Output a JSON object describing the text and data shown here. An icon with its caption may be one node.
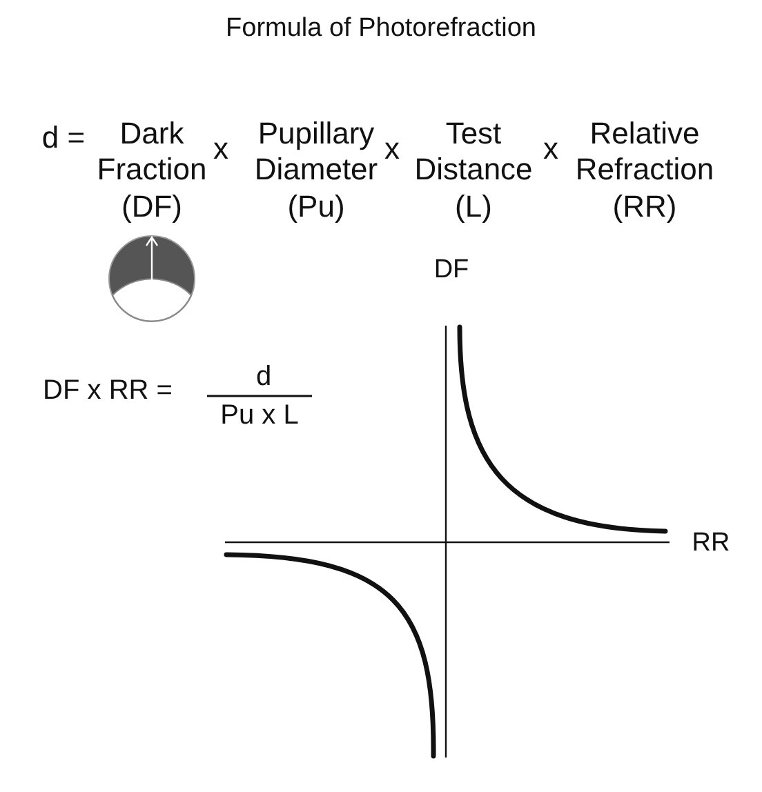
{
  "diagram": {
    "title": "Formula of Photorefraction",
    "labels": [
      "d =",
      "Dark Fraction",
      "x",
      "Pupillary Diameter",
      "x",
      "Test Distance",
      "x",
      "Relative Refraction",
      "(DF)",
      "(Pu)",
      "(L)",
      "(RR)",
      "DF x RR =",
      "d",
      "Pu x L",
      "DF",
      "RR"
    ]
  }
}
